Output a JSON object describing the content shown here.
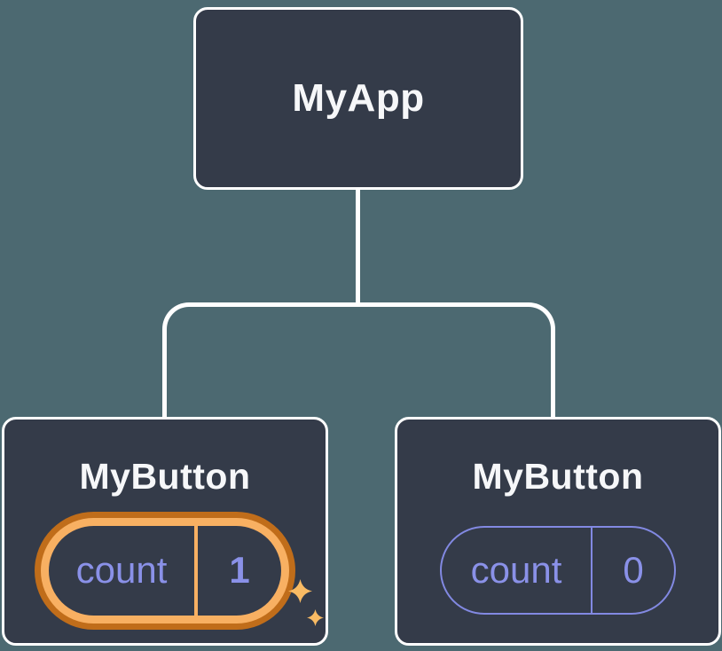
{
  "diagram": {
    "description": "React component tree showing isolated state",
    "colors": {
      "background": "#4c6971",
      "node_fill": "#343b49",
      "node_border": "#ffffff",
      "connector": "#ffffff",
      "text_primary": "#f6f7f9",
      "state_violet": "#8a91e8",
      "state_violet_border": "#8289e2",
      "highlight_orange_light": "#f8b062",
      "highlight_orange_dark": "#c06d1a",
      "sparkle_orange": "#f9bb64"
    },
    "tree": {
      "root": {
        "label": "MyApp"
      },
      "children": [
        {
          "label": "MyButton",
          "state": {
            "key": "count",
            "value": "1"
          },
          "highlighted": true,
          "sparkles": true
        },
        {
          "label": "MyButton",
          "state": {
            "key": "count",
            "value": "0"
          },
          "highlighted": false,
          "sparkles": false
        }
      ]
    }
  }
}
